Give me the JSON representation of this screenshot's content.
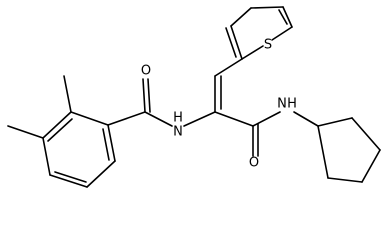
{
  "structure": {
    "atom_labels": {
      "carbonyl_oxygen_left": "O",
      "amide_nh_left": "H",
      "amide_n_left": "N",
      "sulfur": "S",
      "carbonyl_oxygen_right": "O",
      "amide_n_right": "N",
      "amide_nh_right": "H"
    }
  },
  "colors": {
    "bond": "#000000",
    "background": "#ffffff"
  }
}
